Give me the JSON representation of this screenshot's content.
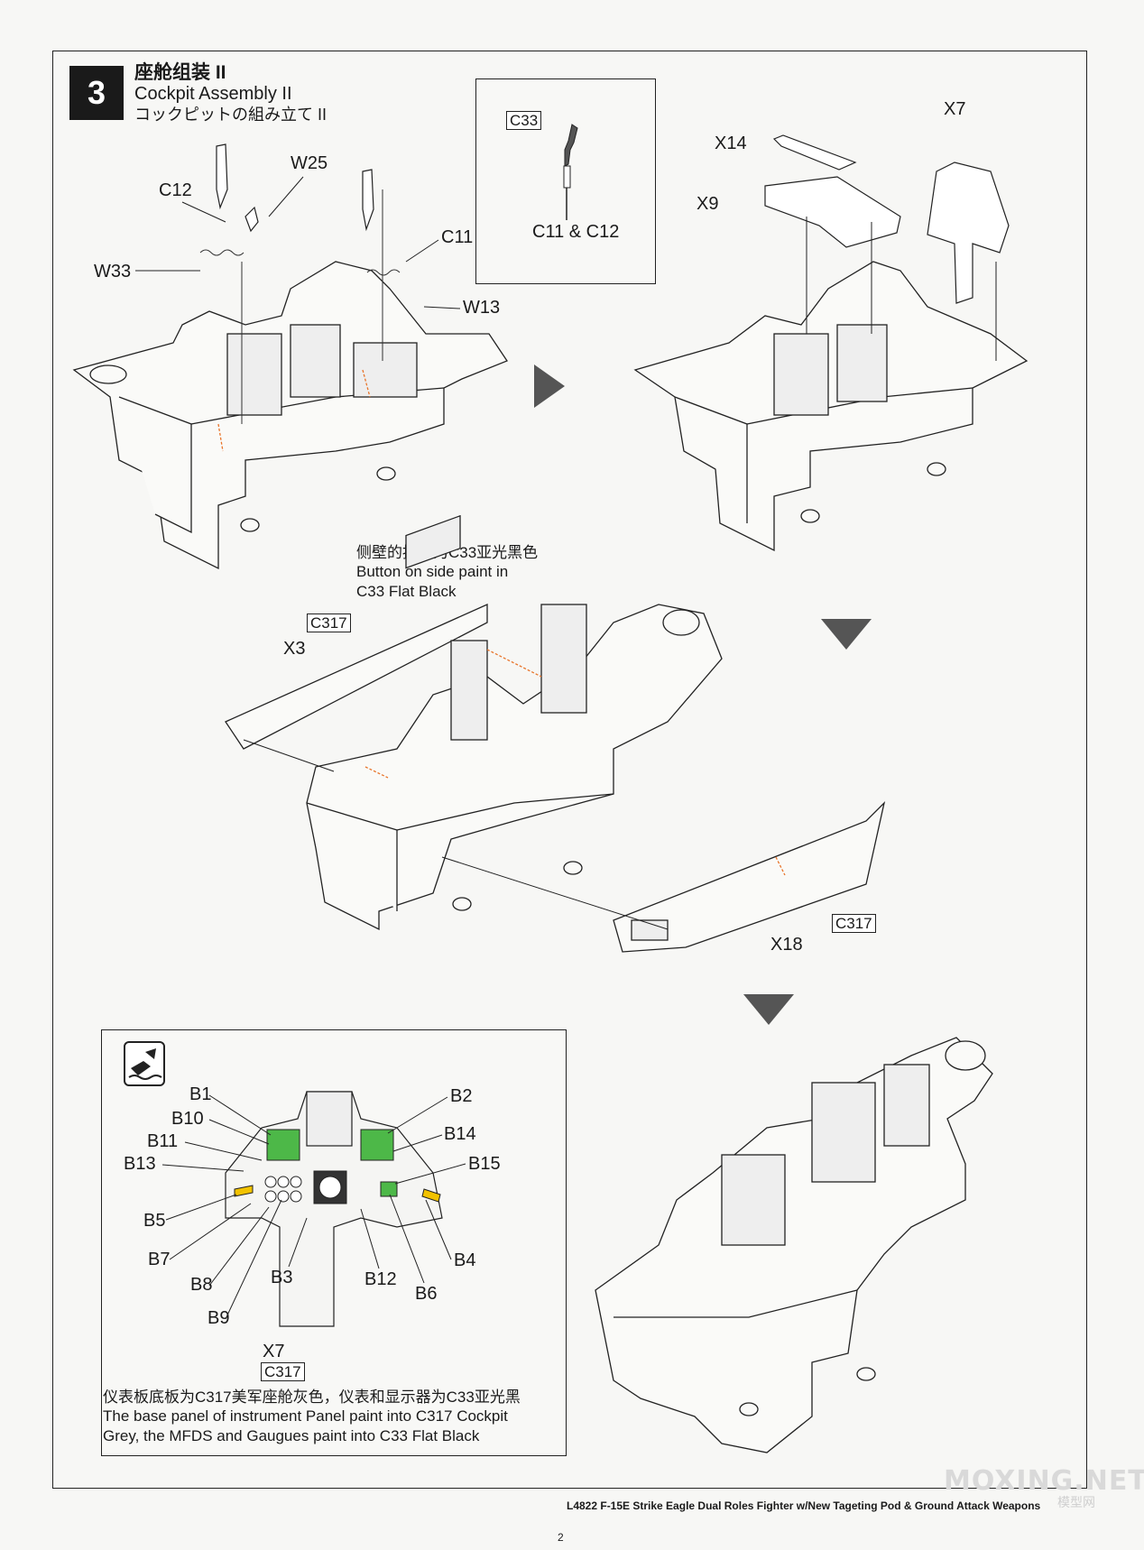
{
  "header": {
    "step_number": "3",
    "title_zh": "座舱组装 II",
    "title_en": "Cockpit Assembly II",
    "title_ja": "コックピットの組み立て II"
  },
  "inset": {
    "paint_code": "C33",
    "parts_label": "C11 & C12"
  },
  "step1_labels": {
    "c12": "C12",
    "w25": "W25",
    "c11": "C11",
    "w33": "W33",
    "w13": "W13",
    "x14": "X14",
    "x9": "X9",
    "x7": "X7"
  },
  "step2": {
    "note_zh": "侧壁的按钮为C33亚光黑色",
    "note_en_1": "Button on side paint in",
    "note_en_2": "C33 Flat Black",
    "x3": "X3",
    "x3_paint": "C317",
    "x18": "X18",
    "x18_paint": "C317"
  },
  "panel_box": {
    "labels": {
      "b1": "B1",
      "b10": "B10",
      "b11": "B11",
      "b13": "B13",
      "b5": "B5",
      "b7": "B7",
      "b8": "B8",
      "b9": "B9",
      "b3": "B3",
      "b12": "B12",
      "b6": "B6",
      "b4": "B4",
      "b2": "B2",
      "b14": "B14",
      "b15": "B15"
    },
    "x7": "X7",
    "x7_paint": "C317",
    "note_zh": "仪表板底板为C317美军座舱灰色，仪表和显示器为C33亚光黑",
    "note_en_1": "The base panel of instrument Panel paint into C317 Cockpit",
    "note_en_2": "Grey, the MFDS and Gaugues paint into C33 Flat Black"
  },
  "footer": {
    "product": "L4822  F-15E Strike Eagle Dual Roles Fighter w/New Tageting Pod & Ground Attack Weapons",
    "page": "2"
  },
  "watermark": {
    "text": "MOXING.NET",
    "sub": "模型网"
  },
  "colors": {
    "badge": "#1a1a1a",
    "mfd_green": "#4db848",
    "caution_yellow": "#f2c200",
    "glue_orange": "#e8742a"
  },
  "icons": [
    "paint-brush-icon",
    "arrow-right-icon",
    "arrow-down-icon"
  ]
}
